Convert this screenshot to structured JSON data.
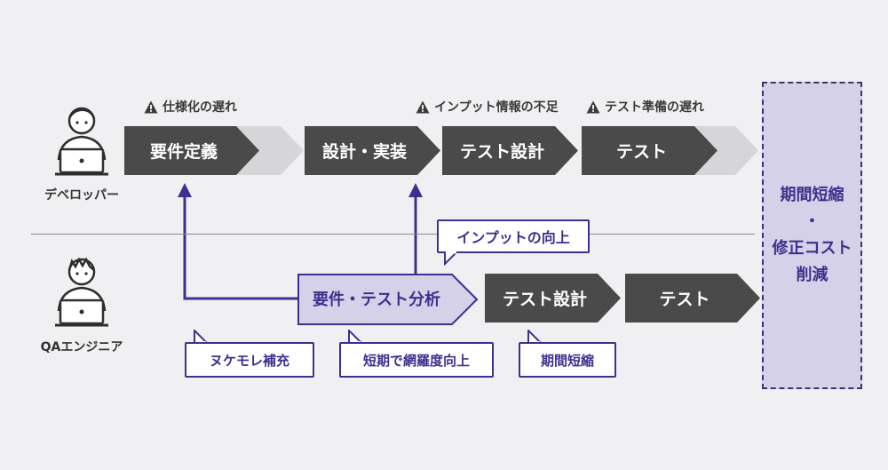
{
  "actors": {
    "developer": "デベロッパー",
    "qa": "QAエンジニア"
  },
  "warnings": {
    "spec": "仕様化の遅れ",
    "input": "インプット情報の不足",
    "test_prep": "テスト準備の遅れ"
  },
  "dev_flow": {
    "requirements": "要件定義",
    "design_impl": "設計・実装",
    "test_design": "テスト設計",
    "test": "テスト"
  },
  "qa_flow": {
    "analysis": "要件・テスト分析",
    "test_design": "テスト設計",
    "test": "テスト"
  },
  "callouts": {
    "input_improve": "インプットの向上",
    "fill_gaps": "ヌケモレ補充",
    "coverage": "短期で網羅度向上",
    "shorten": "期間短縮"
  },
  "result": {
    "line1": "期間短縮",
    "line2": "・",
    "line3": "修正コスト",
    "line4": "削減"
  },
  "colors": {
    "accent": "#3f2f8f",
    "dark_step": "#4a4a4a",
    "ghost_step": "#d6d6d8",
    "highlight": "#d4d1e8",
    "background": "#f0f0f2"
  },
  "icons": [
    "warning-icon",
    "developer-person-icon",
    "qa-person-icon",
    "laptop-icon"
  ]
}
